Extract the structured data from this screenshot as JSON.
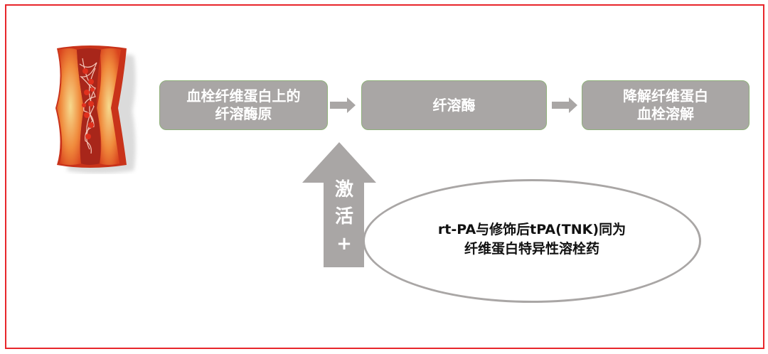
{
  "diagram": {
    "frame_color": "#e8262b",
    "box_color": "#a9a6a5",
    "box_border_color": "#8fb07a",
    "arrow_color": "#a9a6a5",
    "illustration": "blood-vessel-thrombus-illustration",
    "flow": [
      {
        "label": "血栓纤维蛋白上的\n纤溶酶原"
      },
      {
        "label": "纤溶酶"
      },
      {
        "label": "降解纤维蛋白\n血栓溶解"
      }
    ],
    "activation_arrow": {
      "label": "激\n活\n+"
    },
    "note": {
      "label": "rt-PA与修饰后tPA(TNK)同为\n纤维蛋白特异性溶栓药"
    }
  }
}
